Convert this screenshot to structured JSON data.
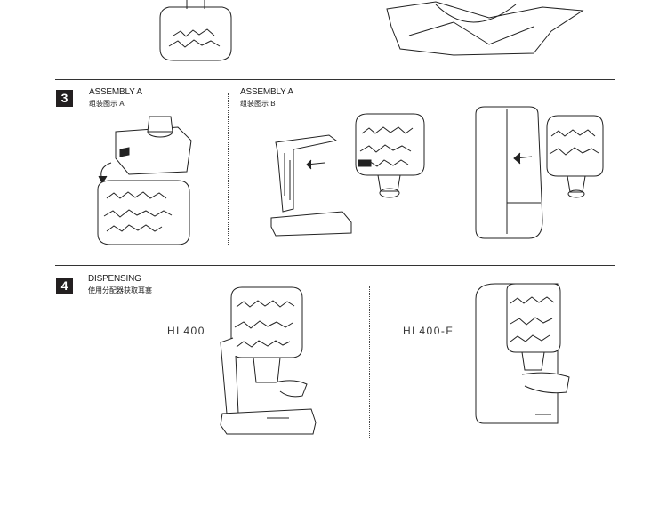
{
  "step3": {
    "number": "3",
    "assembly_a": {
      "title": "ASSEMBLY A",
      "subtitle": "组装图示 A"
    },
    "assembly_b": {
      "title": "ASSEMBLY A",
      "subtitle": "组装图示 B"
    }
  },
  "step4": {
    "number": "4",
    "title": "DISPENSING",
    "subtitle": "使用分配器获取耳塞",
    "models": [
      "HL400",
      "HL400-F"
    ]
  }
}
